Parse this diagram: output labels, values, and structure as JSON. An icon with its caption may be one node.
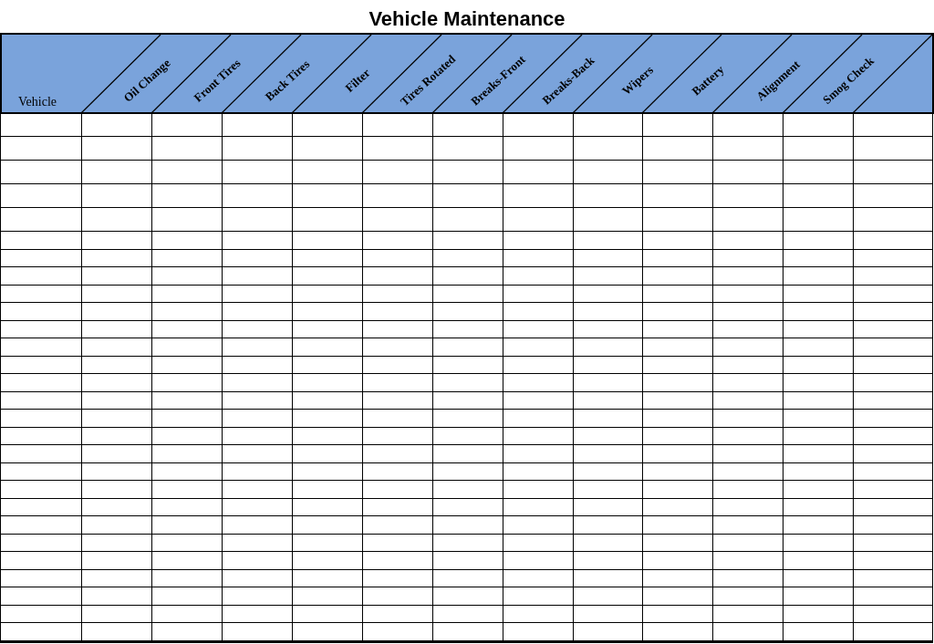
{
  "diagram": {
    "title": "Vehicle Maintenance",
    "labels": [
      "Vehicle",
      "Oil Change",
      "Front Tires",
      "Back Tires",
      "Filter",
      "Tires Rotated",
      "Breaks-Front",
      "Breaks-Back",
      "Wipers",
      "Battery",
      "Alignment",
      "Smog Check"
    ]
  }
}
